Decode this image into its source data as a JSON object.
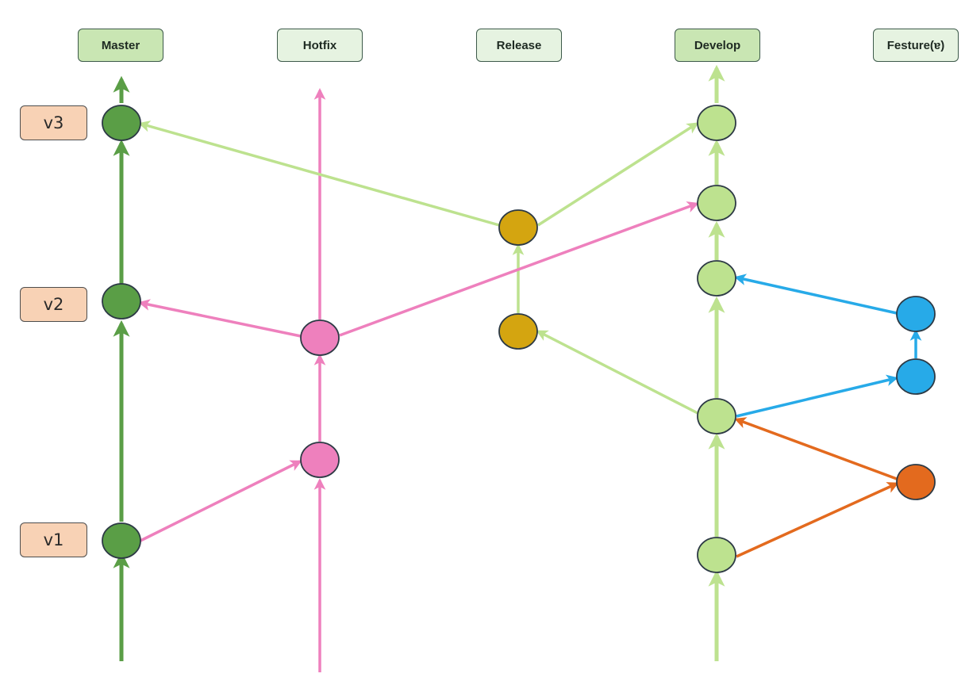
{
  "lanes": [
    {
      "label": "Master"
    },
    {
      "label": "Hotfix"
    },
    {
      "label": "Release"
    },
    {
      "label": "Develop"
    },
    {
      "label": "Festure(ɐ)"
    }
  ],
  "version_tags": [
    {
      "label": "v3"
    },
    {
      "label": "v2"
    },
    {
      "label": "v1"
    }
  ],
  "colors": {
    "master": "#5a9e46",
    "hotfix": "#ee80bd",
    "release": "#d4a510",
    "develop": "#bde28f",
    "feature_blue": "#27aae8",
    "feature_orange": "#e36a1e",
    "node_outline": "#2d3a45"
  }
}
